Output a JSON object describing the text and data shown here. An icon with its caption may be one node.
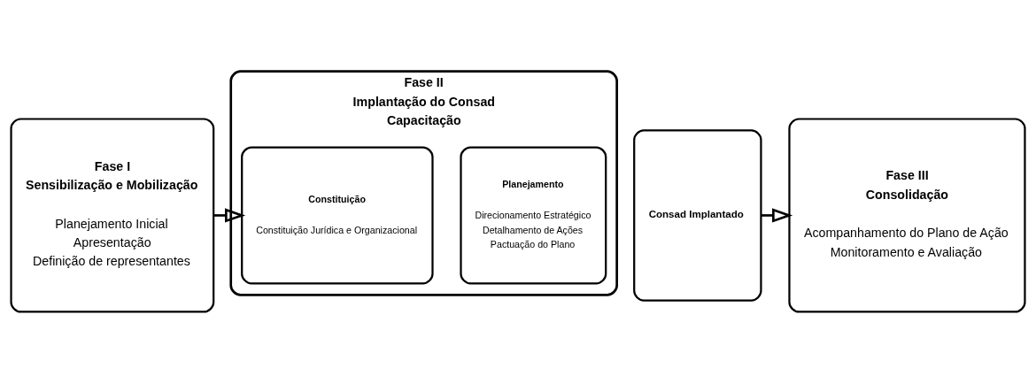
{
  "diagram": {
    "nodes": [
      {
        "text": [
          "Fase I",
          "Sensibilização e Mobilização",
          "Planejamento Inicial",
          "Apresentação",
          "Definição de representantes"
        ]
      },
      {
        "text": [
          "Fase II",
          "Implantação do Consad",
          "Capacitação"
        ]
      },
      {
        "text": [
          "Constituição",
          "Constituição Jurídica e Organizacional"
        ],
        "in": 1
      },
      {
        "text": [
          "Planejamento",
          "Direcionamento Estratégico",
          "Detalhamento de Ações",
          "Pactuação do Plano"
        ],
        "in": 1
      },
      {
        "text": [
          "Consad Implantado"
        ]
      },
      {
        "text": [
          "Fase III",
          "Consolidação",
          "Acompanhamento do Plano de Ação",
          "Monitoramento e Avaliação"
        ]
      }
    ],
    "edges": [
      {
        "from": 0,
        "to": 2,
        "arrow": "to"
      },
      {
        "from": 4,
        "to": 5,
        "arrow": "to"
      }
    ]
  }
}
